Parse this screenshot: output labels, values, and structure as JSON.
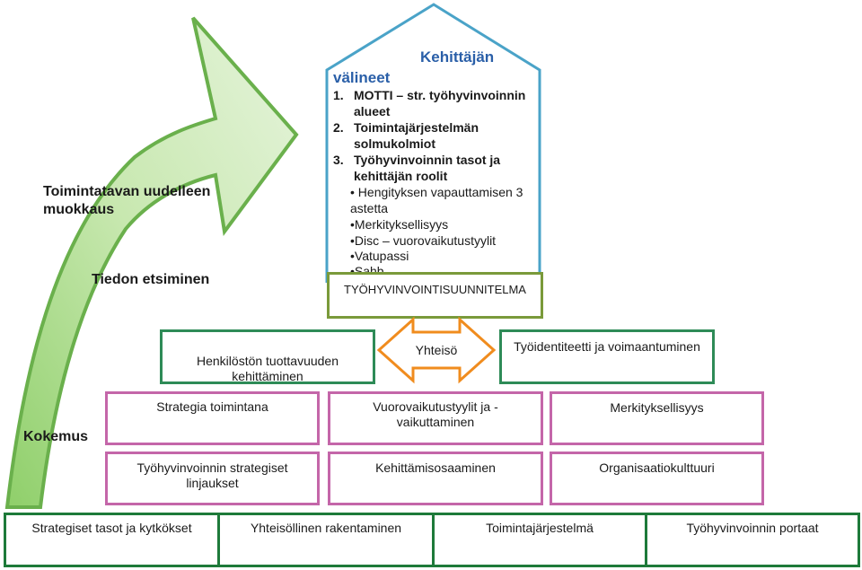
{
  "arrow_labels": {
    "top": "Toimintatavan uudelleen muokkaus",
    "middle": "Tiedon etsiminen",
    "bottom": "Kokemus"
  },
  "house": {
    "title_line1": "Kehittäjän",
    "title_line2": "välineet",
    "numbered": [
      {
        "num": "1.",
        "line1": "MOTTI – str. työhyvinvoinnin",
        "line2": "alueet"
      },
      {
        "num": "2.",
        "line1": "Toimintajärjestelmän",
        "line2": "solmukolmiot"
      },
      {
        "num": "3.",
        "line1": "Työhyvinvoinnin tasot ja",
        "line2": "kehittäjän roolit"
      }
    ],
    "bullets": [
      "• Hengityksen vapauttamisen 3",
      "astetta",
      "•Merkityksellisyys",
      "•Disc – vuorovaikutustyylit",
      "•Vatupassi",
      "•Sahb"
    ],
    "plan_label": "TYÖHYVINVOINTISUUNNITELMA"
  },
  "middle_row": {
    "left": "Henkilöstön tuottavuuden kehittäminen",
    "center": "Yhteisö",
    "right": "Työidentiteetti ja voimaantuminen"
  },
  "pink_row1": [
    "Strategia toimintana",
    "Vuorovaikutustyylit ja - vaikuttaminen",
    "Merkityksellisyys"
  ],
  "pink_row2": [
    "Työhyvinvoinnin strategiset linjaukset",
    "Kehittämisosaaminen",
    "Organisaatiokulttuuri"
  ],
  "bottom_row": [
    "Strategiset tasot ja kytkökset",
    "Yhteisöllinen rakentaminen",
    "Toimintajärjestelmä",
    "Työhyvinvoinnin portaat"
  ],
  "colors": {
    "house_border": "#4aa3c8",
    "plan_border": "#7a9a3a",
    "green_border": "#2e8b57",
    "pink_border": "#c466a9",
    "arrow_orange": "#f08c1e",
    "title_blue": "#2a5fa8",
    "bottom_border": "#1e7a3a"
  }
}
